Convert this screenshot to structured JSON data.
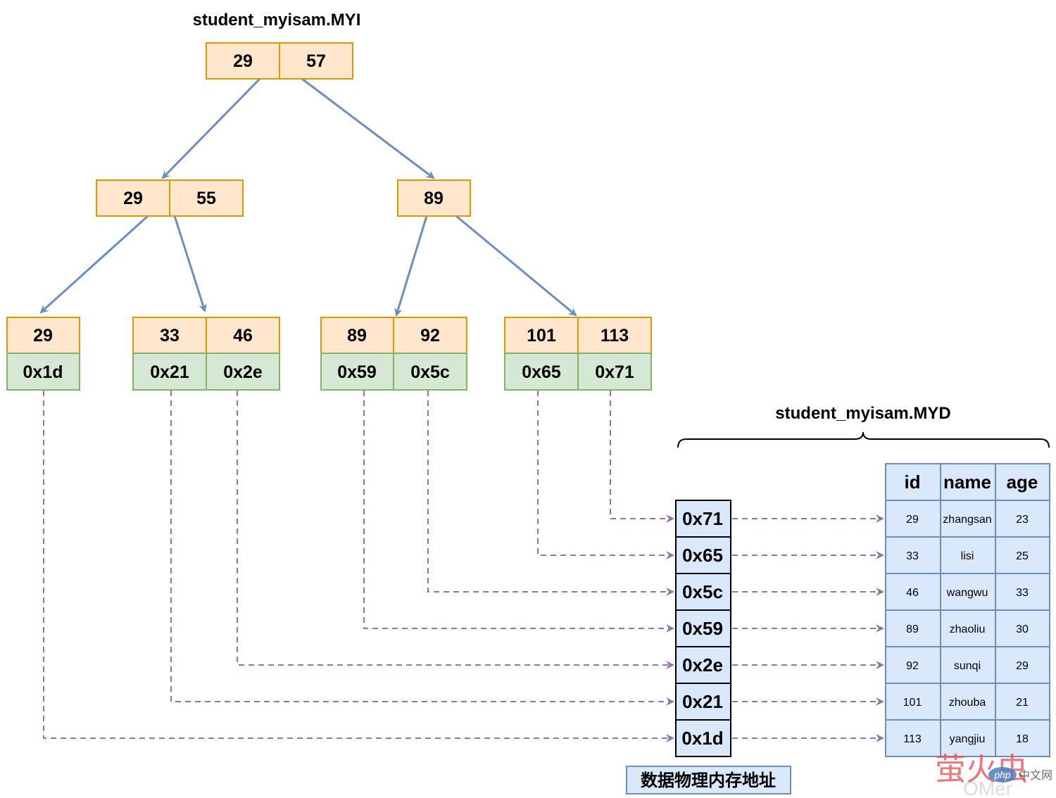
{
  "index_file": {
    "title": "student_myisam.MYI",
    "root": {
      "keys": [
        "29",
        "57"
      ]
    },
    "internal": [
      {
        "keys": [
          "29",
          "55"
        ]
      },
      {
        "keys": [
          "89"
        ]
      }
    ],
    "leaves": [
      {
        "keys": [
          "29"
        ],
        "pointers": [
          "0x1d"
        ]
      },
      {
        "keys": [
          "33",
          "46"
        ],
        "pointers": [
          "0x21",
          "0x2e"
        ]
      },
      {
        "keys": [
          "89",
          "92"
        ],
        "pointers": [
          "0x59",
          "0x5c"
        ]
      },
      {
        "keys": [
          "101",
          "113"
        ],
        "pointers": [
          "0x65",
          "0x71"
        ]
      }
    ]
  },
  "data_file": {
    "title": "student_myisam.MYD",
    "addresses": [
      "0x71",
      "0x65",
      "0x5c",
      "0x59",
      "0x2e",
      "0x21",
      "0x1d"
    ],
    "address_caption": "数据物理内存地址",
    "table": {
      "columns": [
        "id",
        "name",
        "age"
      ],
      "rows": [
        [
          "29",
          "zhangsan",
          "23"
        ],
        [
          "33",
          "lisi",
          "25"
        ],
        [
          "46",
          "wangwu",
          "33"
        ],
        [
          "89",
          "zhaoliu",
          "30"
        ],
        [
          "92",
          "sunqi",
          "29"
        ],
        [
          "101",
          "zhouba",
          "21"
        ],
        [
          "113",
          "yangjiu",
          "18"
        ]
      ]
    }
  },
  "watermark": {
    "main": "萤火虫",
    "sub": "中文网",
    "badge": "php",
    "latin": "OMer"
  },
  "colors": {
    "key_fill": "#ffe6cc",
    "key_stroke": "#d79b00",
    "pointer_fill": "#d5e8d4",
    "pointer_stroke": "#82b366",
    "table_fill": "#dae8fc",
    "table_stroke": "#6c8ebf",
    "tree_arrow": "#6c8ebf",
    "pointer_arrow": "#9673a6",
    "address_stroke": "#000000"
  }
}
